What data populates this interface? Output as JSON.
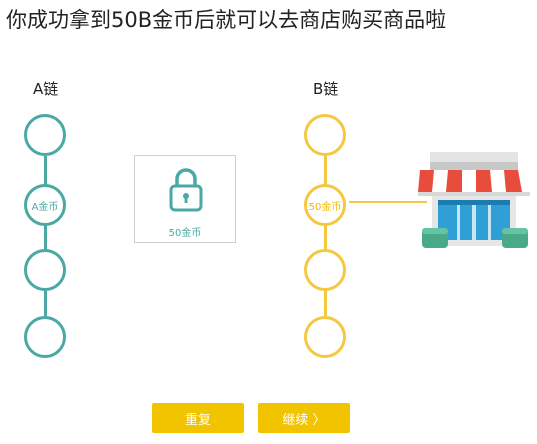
{
  "title": "你成功拿到50B金币后就可以去商店购买商品啦",
  "chain_a": {
    "label": "A链",
    "color": "#4aa9a3",
    "nodes": [
      "",
      "A金币",
      "",
      ""
    ]
  },
  "chain_b": {
    "label": "B链",
    "color": "#f5c842",
    "nodes": [
      "",
      "50金币",
      "",
      ""
    ]
  },
  "lock": {
    "icon": "lock-icon",
    "amount": "50金币"
  },
  "store": {
    "icon": "store-icon"
  },
  "buttons": {
    "reset_label": "重复",
    "continue_label": "继续 〉",
    "color": "#f2c400"
  }
}
